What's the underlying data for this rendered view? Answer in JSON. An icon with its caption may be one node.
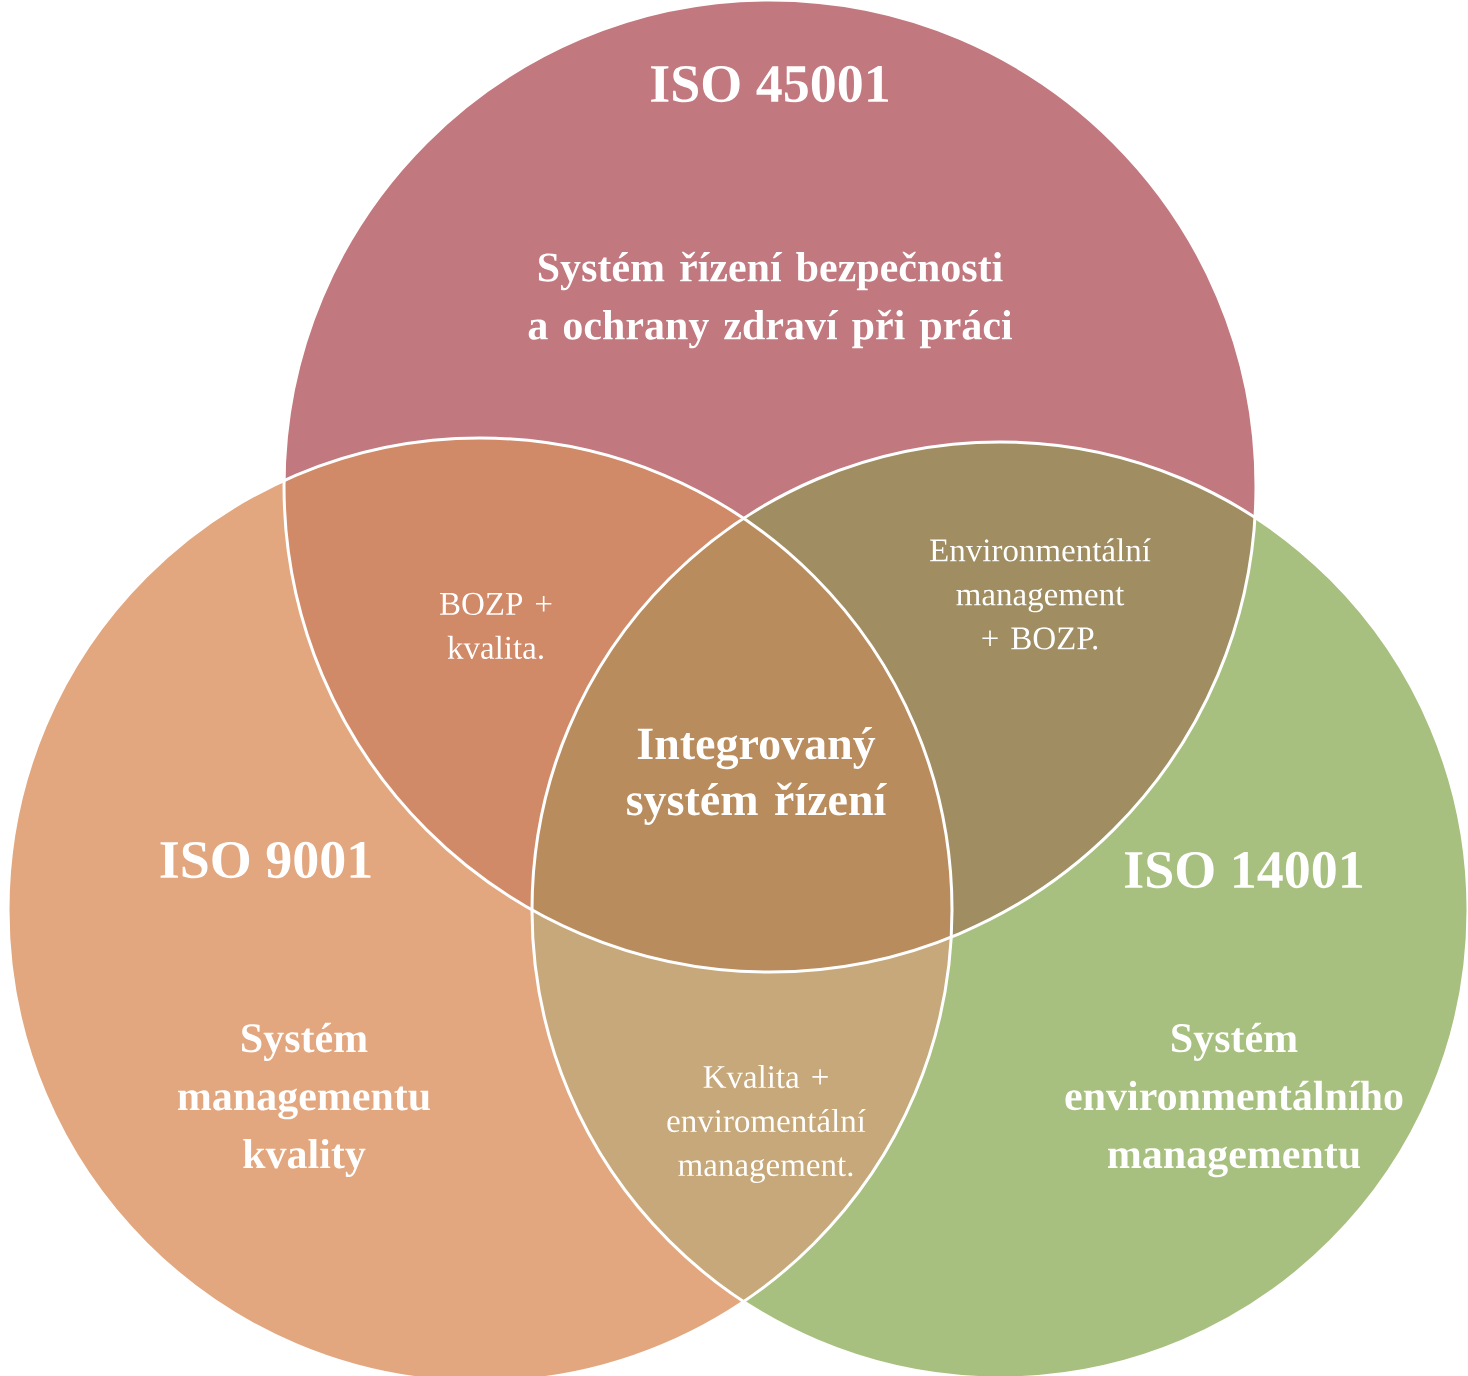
{
  "diagram": {
    "nodes": [
      {
        "text": [
          "ISO 45001",
          "Systém řízení bezpečnosti a ochrany zdraví při práci"
        ]
      },
      {
        "text": [
          "ISO 9001",
          "Systém managementu kvality"
        ]
      },
      {
        "text": [
          "ISO 14001",
          "Systém environmentálního managementu"
        ]
      }
    ],
    "edges": [],
    "labels": [
      "BOZP + kvalita.",
      "Environmentální management + BOZP.",
      "Integrovaný systém řízení",
      "Kvalita + enviromentální management."
    ]
  }
}
